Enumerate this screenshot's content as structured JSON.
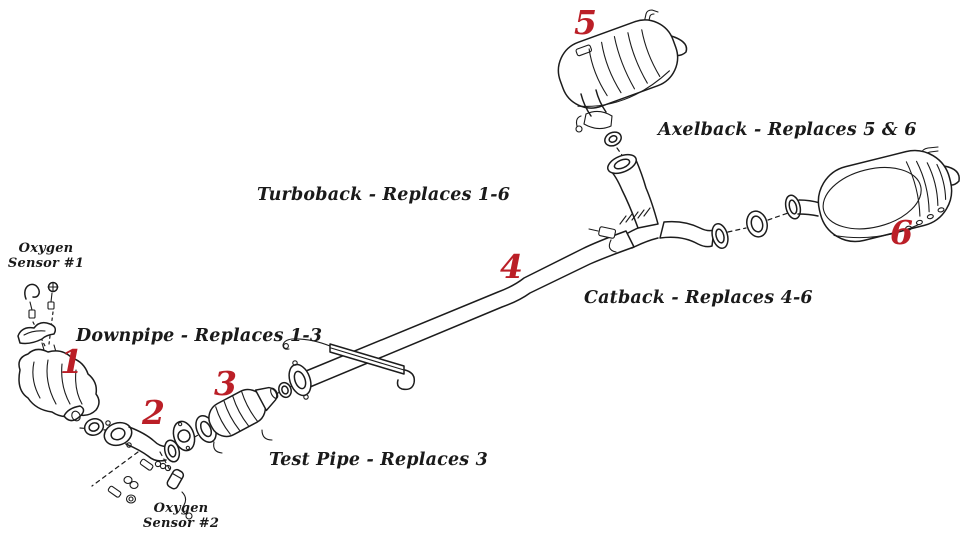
{
  "colors": {
    "background": "#ffffff",
    "line": "#1c1c1c",
    "accent": "#bb1f27",
    "label": "#1a1a1a"
  },
  "kit_labels": {
    "turboback": "Turboback - Replaces 1-6",
    "downpipe": "Downpipe - Replaces 1-3",
    "test_pipe": "Test Pipe - Replaces 3",
    "catback": "Catback - Replaces 4-6",
    "axelback": "Axelback - Replaces 5 & 6"
  },
  "sensor_labels": {
    "sensor1": {
      "line1": "Oxygen",
      "line2": "Sensor #1"
    },
    "sensor2": {
      "line1": "Oxygen",
      "line2": "Sensor #2"
    }
  },
  "part_numbers": {
    "part1": "1",
    "part2": "2",
    "part3": "3",
    "part4": "4",
    "part5": "5",
    "part6": "6"
  }
}
